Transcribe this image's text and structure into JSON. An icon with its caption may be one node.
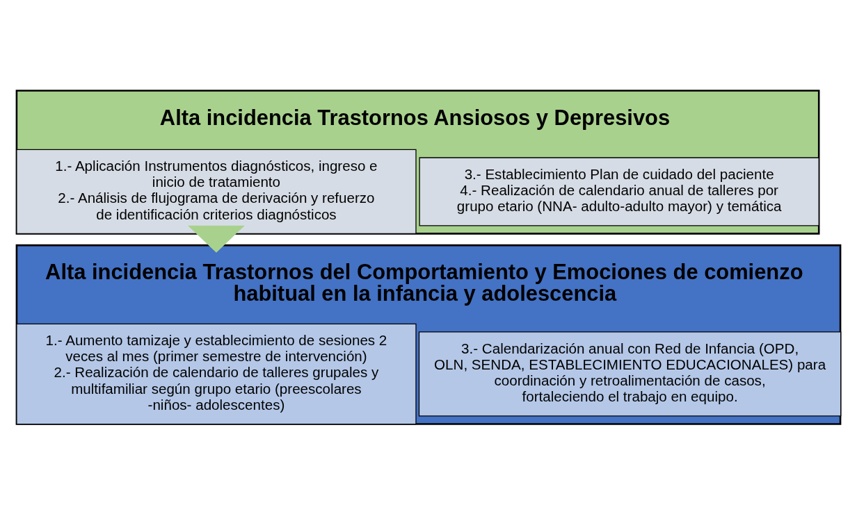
{
  "diagram": {
    "nodes": [
      {
        "text": [
          "Alta incidencia Trastornos Ansiosos y Depresivos"
        ]
      },
      {
        "text": [
          "1.- Aplicación Instrumentos diagnósticos, ingreso e inicio de tratamiento",
          "2.- Análisis de flujograma de derivación y refuerzo de identificación criterios diagnósticos"
        ],
        "in": 0
      },
      {
        "text": [
          "3.- Establecimiento Plan de cuidado del paciente",
          "4.- Realización de calendario anual de talleres por grupo etario (NNA- adulto-adulto mayor) y temática"
        ],
        "in": 0
      },
      {
        "text": [
          "Alta incidencia Trastornos del Comportamiento y Emociones de comienzo habitual en la infancia y adolescencia"
        ]
      },
      {
        "text": [
          "1.- Aumento tamizaje y establecimiento de sesiones 2 veces al mes (primer semestre de intervención)",
          "2.- Realización de calendario de talleres grupales y multifamiliar según grupo etario (preescolares -niños- adolescentes)"
        ],
        "in": 3
      },
      {
        "text": [
          "3.- Calendarización anual con Red de Infancia (OPD, OLN, SENDA, ESTABLECIMIENTO EDUCACIONALES) para coordinación y retroalimentación de casos, fortaleciendo el trabajo en equipo."
        ],
        "in": 3
      }
    ],
    "edges": [
      {
        "from": 0,
        "to": 3,
        "arrow": "to",
        "color": "#a9d18e"
      }
    ]
  }
}
